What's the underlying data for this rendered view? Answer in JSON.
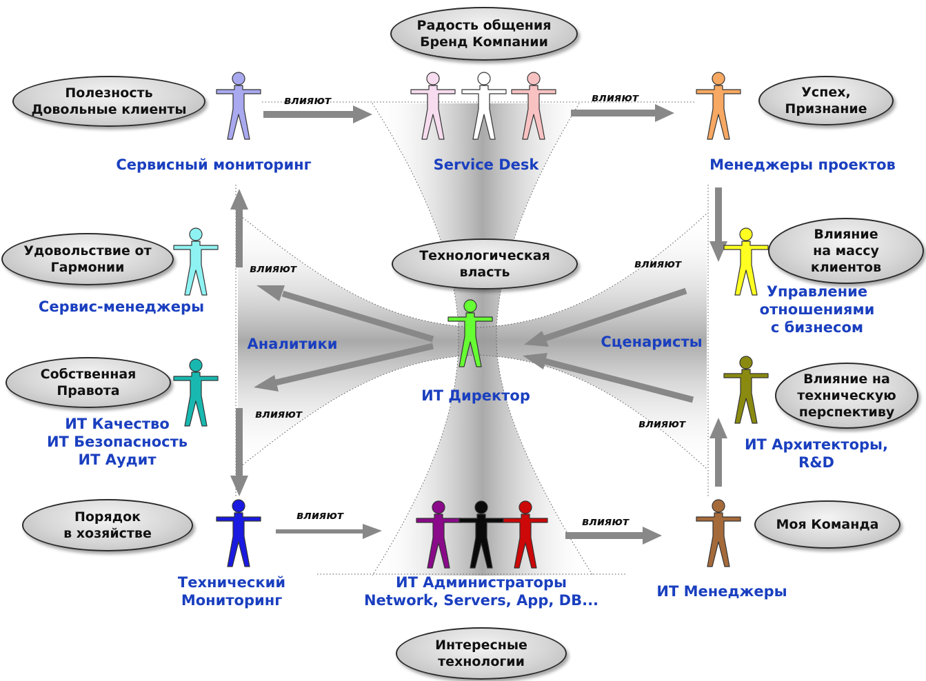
{
  "ellipses": {
    "e1": "Радость общения\nБренд Компании",
    "e2": "Полезность\nДовольные клиенты",
    "e3": "Успех,\nПризнание",
    "e4": "Удовольствие от\nГармонии",
    "e5": "Технологическая\nвласть",
    "e6": "Влияние\nна массу\nклиентов",
    "e7": "Собственная\nПравота",
    "e8": "Влияние на\nтехническую\nперспективу",
    "e9": "Порядок\nв хозяйстве",
    "e10": "Моя Команда",
    "e11": "Интересные\nтехнологии"
  },
  "roles": {
    "service_monitoring": "Сервисный мониторинг",
    "service_desk": "Service Desk",
    "project_managers": "Менеджеры проектов",
    "service_managers": "Сервис-менеджеры",
    "analysts": "Аналитики",
    "scenarists": "Сценаристы",
    "relationship": "Управление\nотношениями\nс бизнесом",
    "it_director": "ИТ Директор",
    "it_quality": "ИТ Качество\nИТ Безопасность\nИТ Аудит",
    "it_architects": "ИТ Архитекторы,\nR&D",
    "tech_monitoring": "Технический\nМониторинг",
    "it_admins": "ИТ Администраторы\nNetwork, Servers, App, DB...",
    "it_managers": "ИТ Менеджеры"
  },
  "connector_label": "влияют",
  "colors": {
    "service_monitoring": "#a9a9f0",
    "desk1": "#f7dcef",
    "desk2": "#ffffff",
    "desk3": "#f9c2c2",
    "project_managers": "#f7a862",
    "service_managers": "#8ff2f2",
    "relationship": "#ffff22",
    "it_director": "#66ff33",
    "it_quality": "#18b8b0",
    "it_architects": "#8a8a10",
    "tech_monitoring": "#1a1ae0",
    "admin1": "#8a0a8a",
    "admin2": "#0a0a0a",
    "admin3": "#cc0808",
    "it_managers": "#a56a3a",
    "role_text": "#1a3fbf",
    "arrow": "#888888"
  }
}
